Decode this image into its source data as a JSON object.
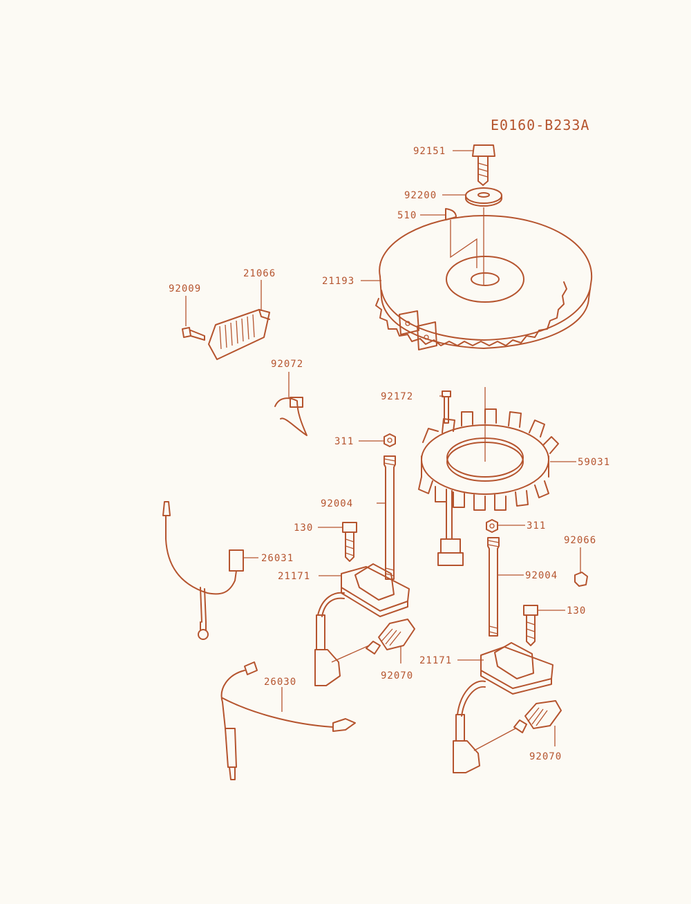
{
  "diagram_code": "E0160-B233A",
  "callouts": [
    {
      "id": "c-92151",
      "text": "92151"
    },
    {
      "id": "c-92200",
      "text": "92200"
    },
    {
      "id": "c-510",
      "text": "510"
    },
    {
      "id": "c-21193",
      "text": "21193"
    },
    {
      "id": "c-21066",
      "text": "21066"
    },
    {
      "id": "c-92009",
      "text": "92009"
    },
    {
      "id": "c-92072",
      "text": "92072"
    },
    {
      "id": "c-92172",
      "text": "92172"
    },
    {
      "id": "c-311a",
      "text": "311"
    },
    {
      "id": "c-59031",
      "text": "59031"
    },
    {
      "id": "c-92004a",
      "text": "92004"
    },
    {
      "id": "c-130a",
      "text": "130"
    },
    {
      "id": "c-311b",
      "text": "311"
    },
    {
      "id": "c-92066",
      "text": "92066"
    },
    {
      "id": "c-26031",
      "text": "26031"
    },
    {
      "id": "c-21171a",
      "text": "21171"
    },
    {
      "id": "c-92004b",
      "text": "92004"
    },
    {
      "id": "c-130b",
      "text": "130"
    },
    {
      "id": "c-92070a",
      "text": "92070"
    },
    {
      "id": "c-21171b",
      "text": "21171"
    },
    {
      "id": "c-26030",
      "text": "26030"
    },
    {
      "id": "c-92070b",
      "text": "92070"
    }
  ],
  "colors": {
    "line": "#b5542e",
    "paper": "#fcfaf4"
  }
}
